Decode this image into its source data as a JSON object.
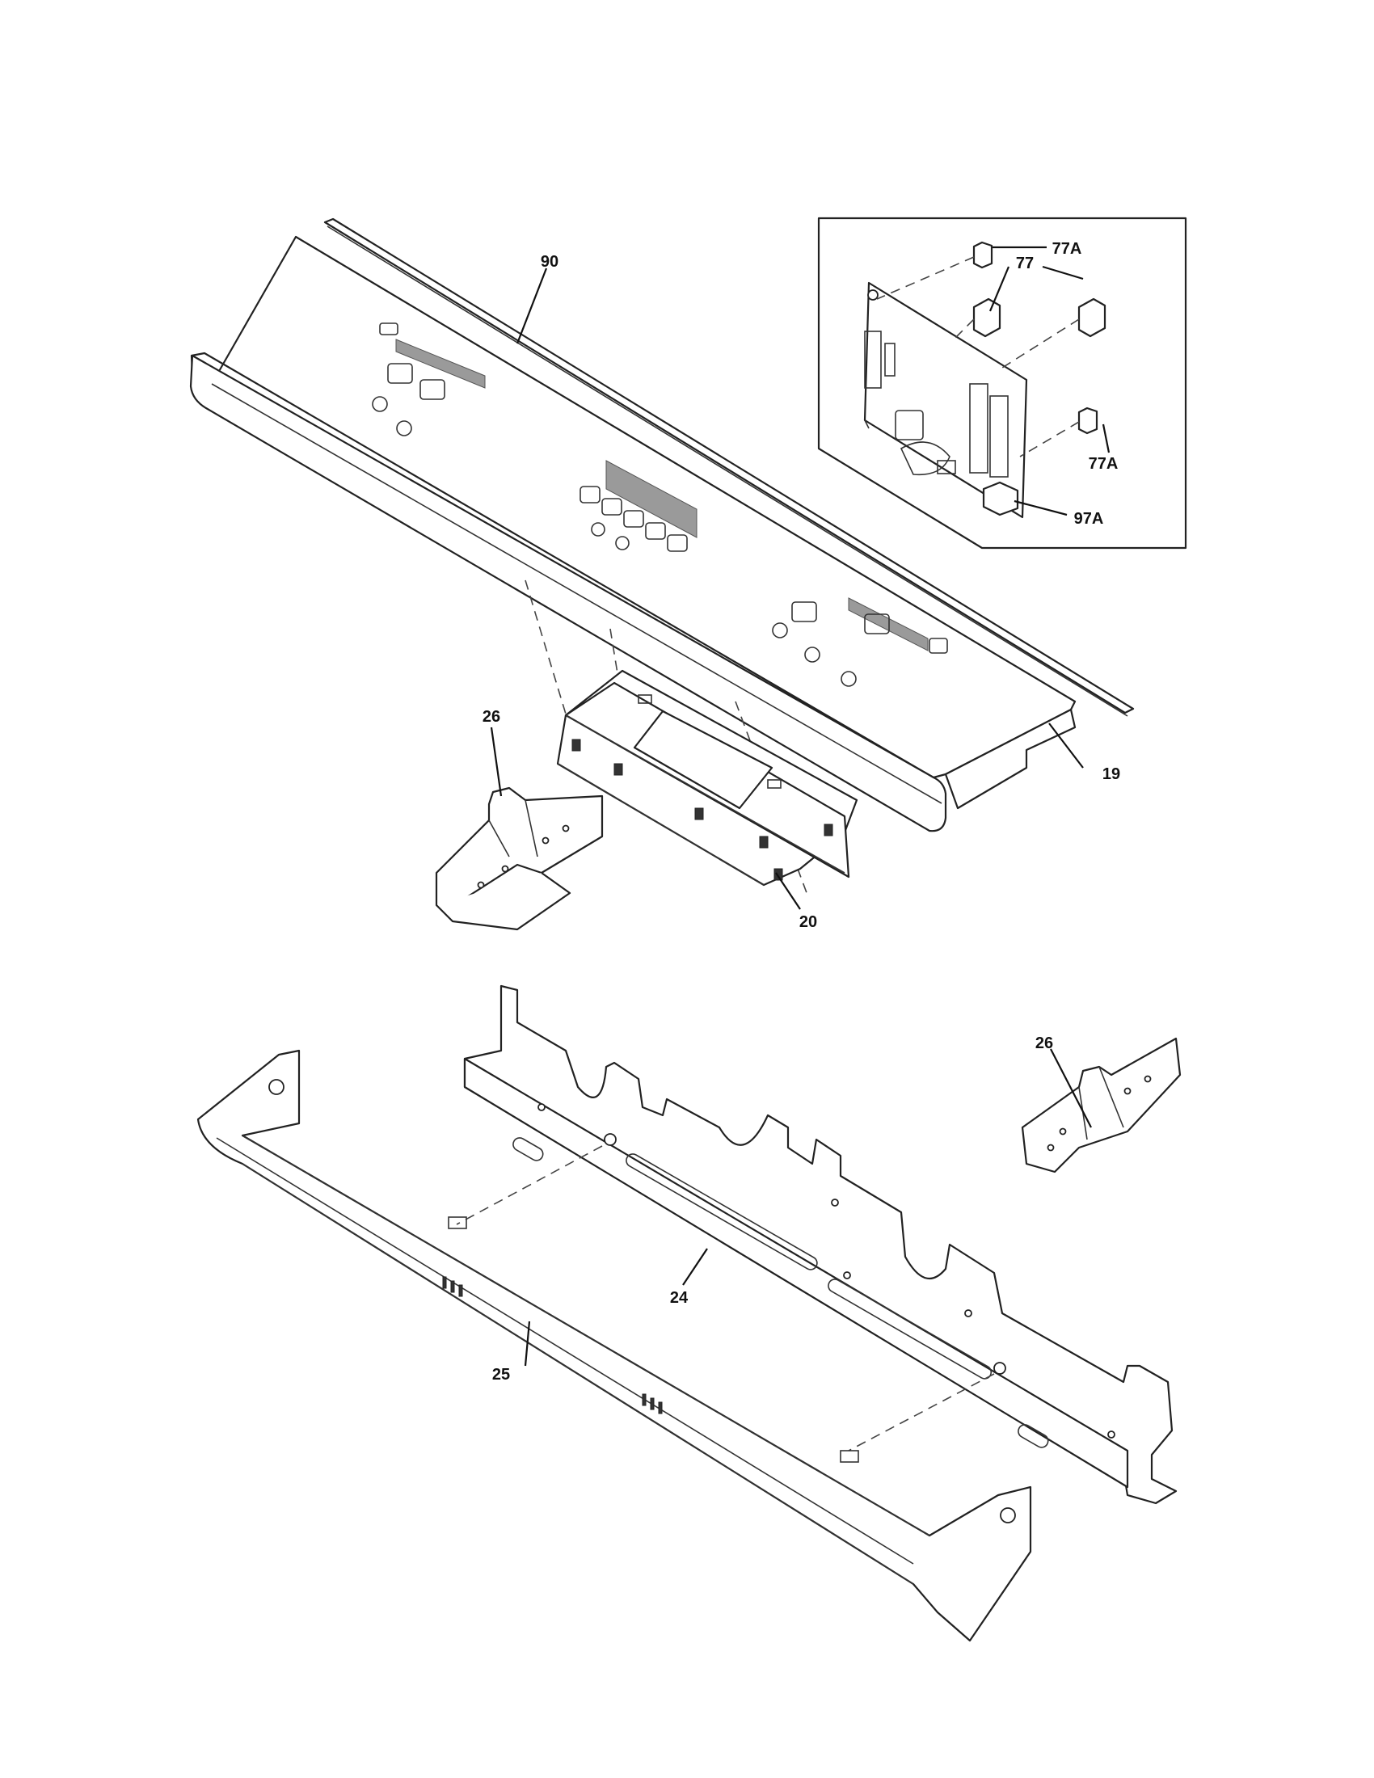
{
  "diagram": {
    "callouts": {
      "c90": "90",
      "c77a_top": "77A",
      "c77": "77",
      "c77a_bottom": "77A",
      "c97a": "97A",
      "c26_left": "26",
      "c19": "19",
      "c20": "20",
      "c26_right": "26",
      "c24": "24",
      "c25": "25"
    }
  }
}
